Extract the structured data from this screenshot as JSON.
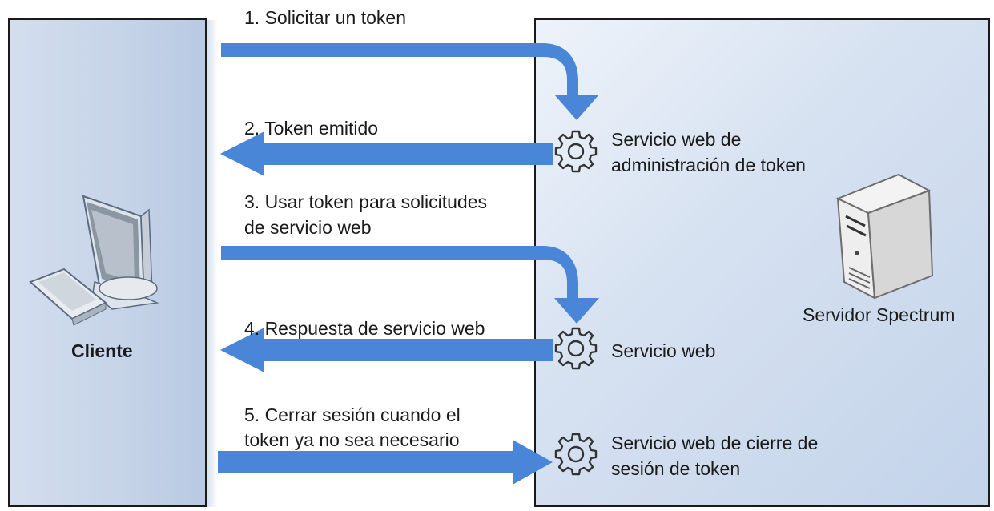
{
  "client": {
    "label": "Cliente"
  },
  "server": {
    "label": "Servidor Spectrum"
  },
  "steps": {
    "s1": "1. Solicitar un token",
    "s2": "2. Token emitido",
    "s3_line1": "3. Usar token para solicitudes",
    "s3_line2": "de servicio web",
    "s4": "4. Respuesta de servicio web",
    "s5_line1": "5. Cerrar sesión cuando el",
    "s5_line2": "token ya no sea necesario"
  },
  "services": {
    "token_admin_line1": "Servicio web de",
    "token_admin_line2": "administración de token",
    "web_service": "Servicio web",
    "logout_line1": "Servicio web de cierre de",
    "logout_line2": "sesión de token"
  },
  "colors": {
    "arrow": "#4a86d8",
    "client_fill": "#c9d6ea",
    "server_fill": "#d7e2f1"
  }
}
